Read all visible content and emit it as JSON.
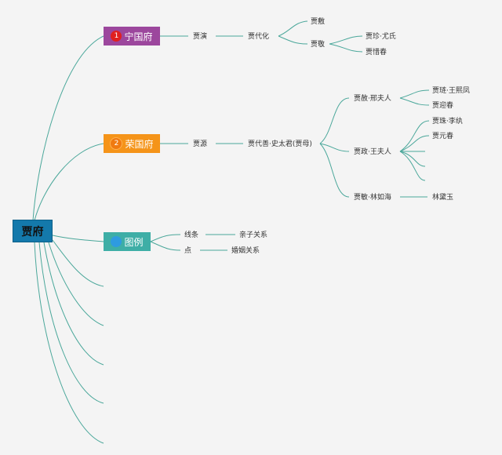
{
  "root": {
    "label": "贾府"
  },
  "branches": [
    {
      "label": "宁国府",
      "badge": "1",
      "color": "#9c479d",
      "badge_color": "#e02020",
      "badge_icon": "numbered-badge-icon"
    },
    {
      "label": "荣国府",
      "badge": "2",
      "color": "#f59419",
      "badge_color": "#f07a10",
      "badge_icon": "numbered-badge-icon"
    },
    {
      "label": "图例",
      "badge": "",
      "color": "#3eaea6",
      "badge_color": "#2e9be0",
      "badge_icon": "blue-dot-icon"
    }
  ],
  "nodes": {
    "jia_yan": "贾演",
    "jia_daihua": "贾代化",
    "jia_fu": "贾敷",
    "jia_jing": "贾敬",
    "jia_zhen": "贾珍·尤氏",
    "jia_xichun": "贾惜春",
    "jia_yuan": "贾源",
    "jia_daishan": "贾代善·史太君(贾母)",
    "jia_she": "贾赦·邢夫人",
    "jia_lian": "贾琏·王熙凤",
    "jia_yingchun": "贾迎春",
    "jia_zheng": "贾政·王夫人",
    "jia_zhu": "贾珠·李纨",
    "jia_yuanchun": "贾元春",
    "jia_min": "贾敏·林如海",
    "lin_daiyu": "林黛玉",
    "legend_line": "线条",
    "legend_line_desc": "亲子关系",
    "legend_dot": "点",
    "legend_dot_desc": "婚姻关系"
  },
  "colors": {
    "connector": "#4aa79a",
    "root": "#1479ab",
    "background": "#f4f4f4"
  }
}
